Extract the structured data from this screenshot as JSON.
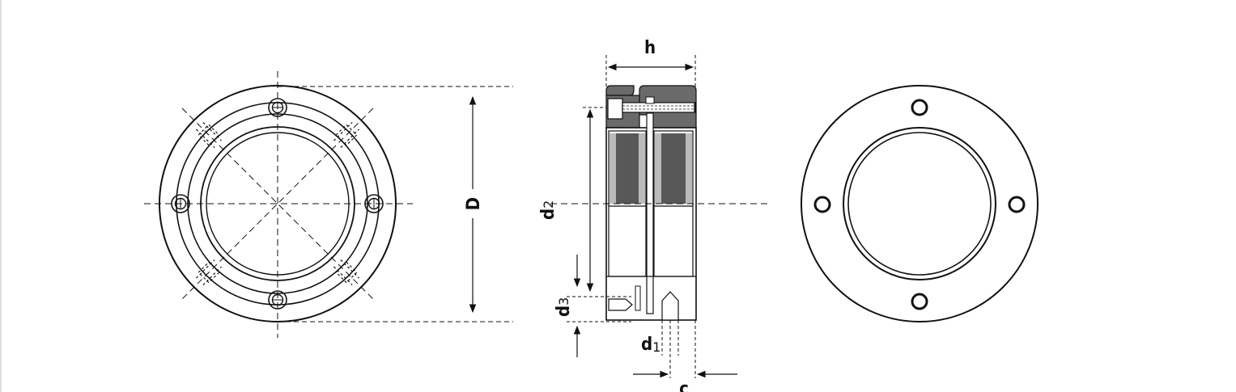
{
  "labels": {
    "h": "h",
    "D": "D",
    "d2_main": "d",
    "d2_sub": "2",
    "d3_main": "d",
    "d3_sub": "3",
    "d1_main": "d",
    "d1_sub": "1",
    "c": "c"
  },
  "colors": {
    "ink": "#111111",
    "body_fill": "#6a6a6a",
    "background": "#ffffff"
  }
}
